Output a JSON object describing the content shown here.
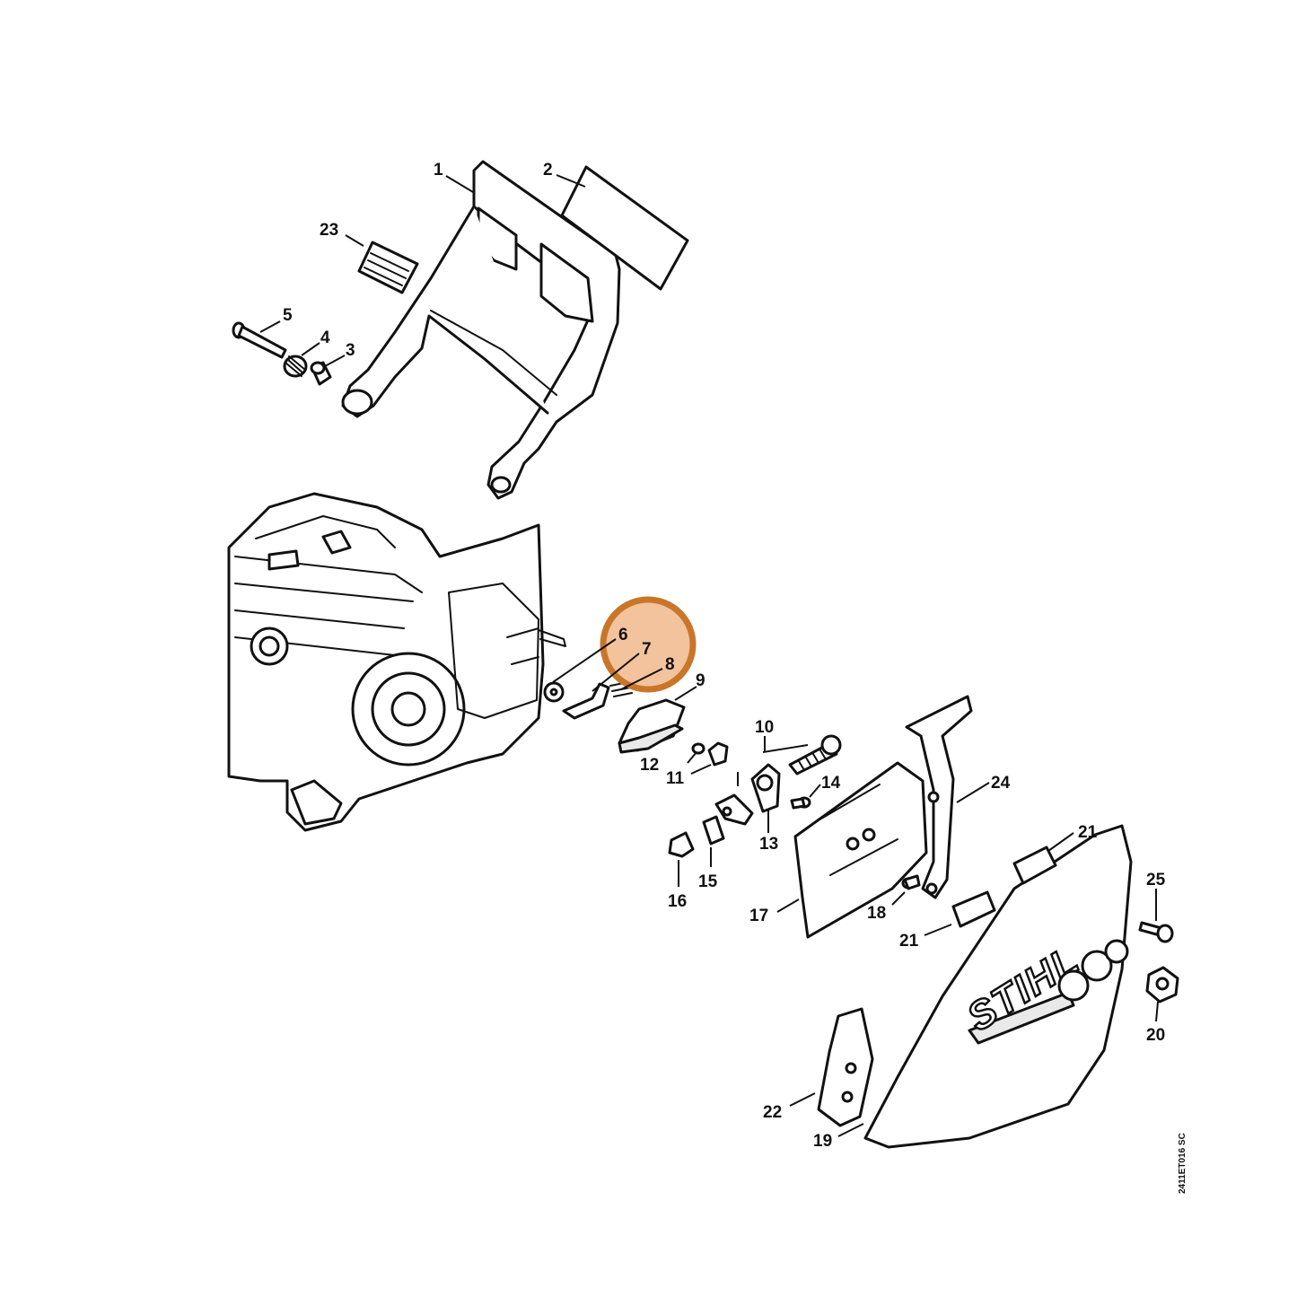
{
  "diagram": {
    "drawing_code": "2411ET016 SC",
    "logo": "STIHL",
    "highlight_color": "#e8924a",
    "callouts": {
      "c1": "1",
      "c2": "2",
      "c3": "3",
      "c4": "4",
      "c5": "5",
      "c6": "6",
      "c7": "7",
      "c8": "8",
      "c9": "9",
      "c10": "10",
      "c11": "11",
      "c12": "12",
      "c13": "13",
      "c14": "14",
      "c15": "15",
      "c16": "16",
      "c17": "17",
      "c18": "18",
      "c19": "19",
      "c20": "20",
      "c21a": "21",
      "c21b": "21",
      "c22": "22",
      "c23": "23",
      "c24": "24",
      "c25": "25"
    }
  }
}
